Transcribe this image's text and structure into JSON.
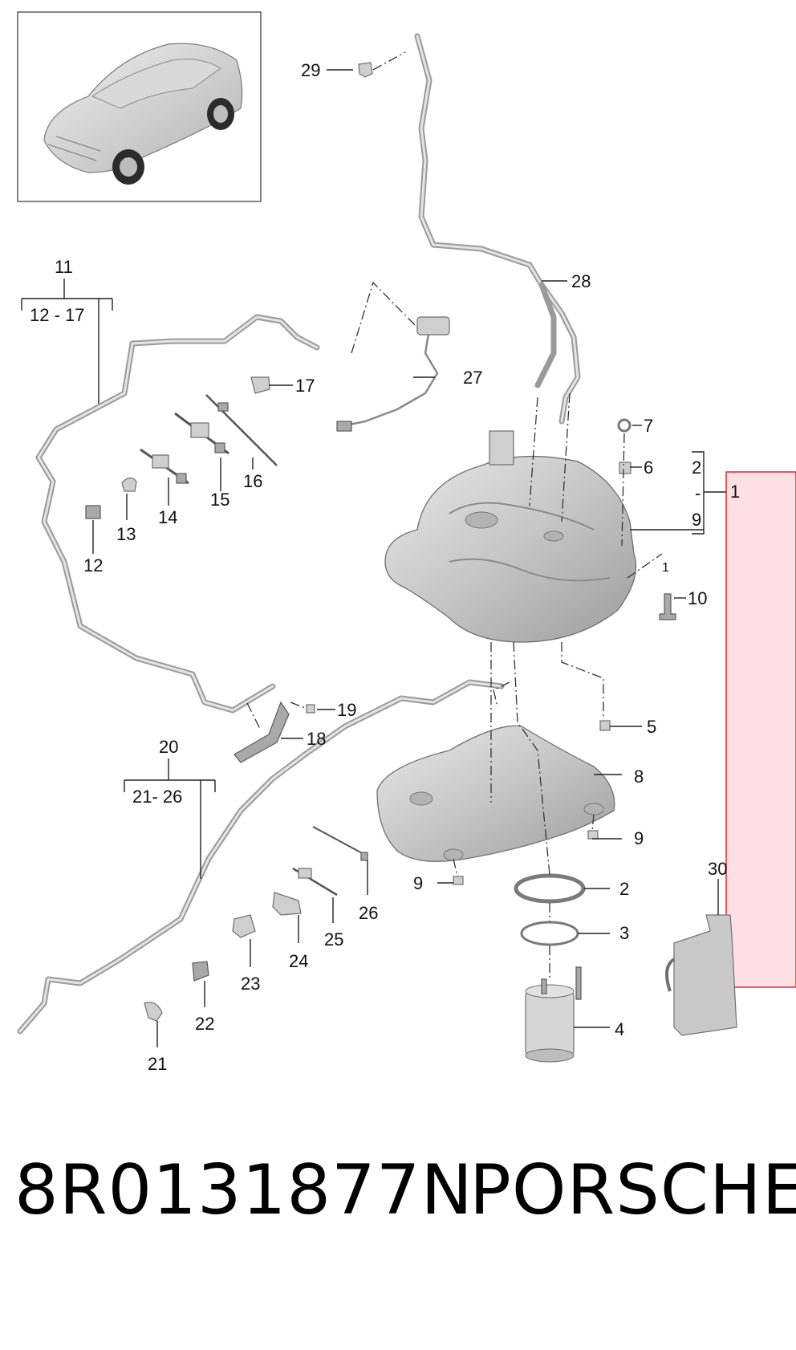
{
  "callouts": {
    "c1": "1",
    "c2": "2",
    "c3": "3",
    "c4": "4",
    "c5": "5",
    "c6": "6",
    "c7": "7",
    "c8": "8",
    "c9a": "9",
    "c9b": "9",
    "c10": "10",
    "c11": "11",
    "c12": "12",
    "c13": "13",
    "c14": "14",
    "c15": "15",
    "c16": "16",
    "c17": "17",
    "c18": "18",
    "c19": "19",
    "c20": "20",
    "c21": "21",
    "c22": "22",
    "c23": "23",
    "c24": "24",
    "c25": "25",
    "c26": "26",
    "c27": "27",
    "c28": "28",
    "c29": "29",
    "c30": "30"
  },
  "groups": {
    "g11_range": "12 - 17",
    "g20_range": "21- 26",
    "g1_top": "2",
    "g1_mid": "-",
    "g1_bot": "9",
    "g1_small": "1"
  },
  "footer": {
    "part_number": "8R0131877N",
    "brand": "PORSCHE"
  },
  "colors": {
    "highlight_fill": "#fde0e6",
    "highlight_stroke": "#e0262f",
    "part_fill": "#cfcfcf"
  }
}
